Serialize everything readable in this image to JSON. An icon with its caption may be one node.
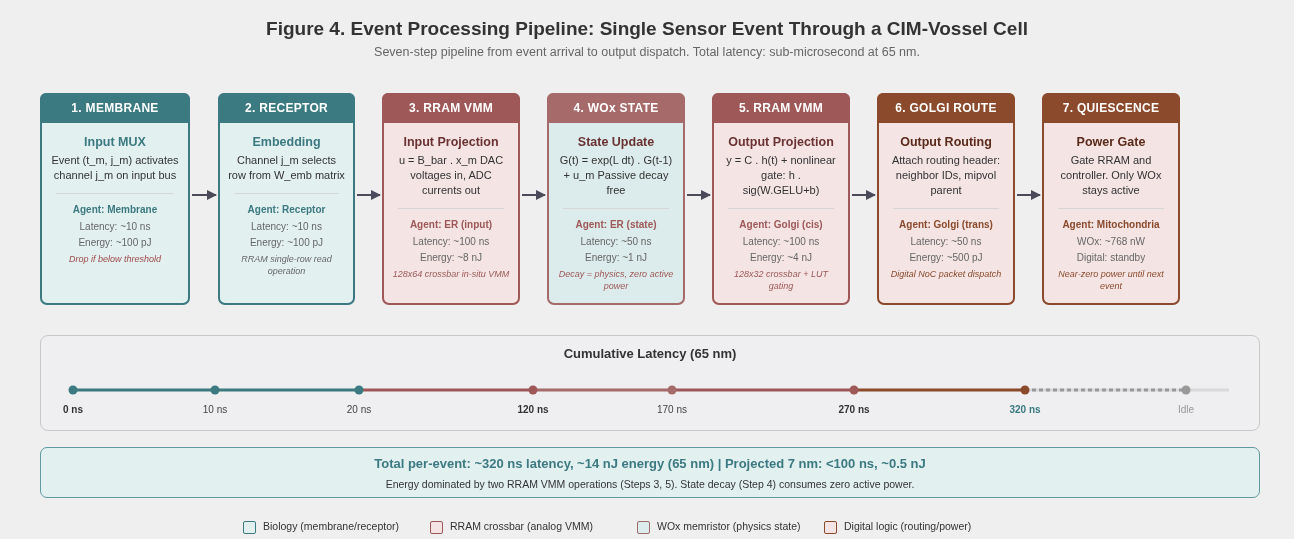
{
  "diagram": {
    "title": "Figure 4. Event Processing Pipeline: Single Sensor Event Through a CIM-Vossel Cell",
    "nodes": [
      {
        "text": [
          "1. MEMBRANE",
          "Input MUX",
          "Event (t_m, j_m) activates channel j_m on input bus",
          "Agent: Membrane",
          "Latency: ~10 ns",
          "Energy: ~100 pJ",
          "Drop if below threshold"
        ]
      },
      {
        "text": [
          "2. RECEPTOR",
          "Embedding",
          "Channel j_m selects row from W_emb matrix",
          "Agent: Receptor",
          "Latency: ~10 ns",
          "Energy: ~100 pJ",
          "RRAM single-row read operation"
        ]
      },
      {
        "text": [
          "3. RRAM VMM",
          "Input Projection",
          "u = B_bar . x_m DAC voltages in, ADC currents out",
          "Agent: ER (input)",
          "Latency: ~100 ns",
          "Energy: ~8 nJ",
          "128x64 crossbar in-situ VMM"
        ]
      },
      {
        "text": [
          "4. WOx STATE",
          "State Update",
          "G(t) = exp(L dt) . G(t-1) + u_m Passive decay free",
          "Agent: ER (state)",
          "Latency: ~50 ns",
          "Energy: ~1 nJ",
          "Decay = physics, zero active power"
        ]
      },
      {
        "text": [
          "5. RRAM VMM",
          "Output Projection",
          "y = C . h(t) + nonlinear gate: h . sig(W.GELU+b)",
          "Agent: Golgi (cis)",
          "Latency: ~100 ns",
          "Energy: ~4 nJ",
          "128x32 crossbar + LUT gating"
        ]
      },
      {
        "text": [
          "6. GOLGI ROUTE",
          "Output Routing",
          "Attach routing header: neighbor IDs, mipvol parent",
          "Agent: Golgi (trans)",
          "Latency: ~50 ns",
          "Energy: ~500 pJ",
          "Digital NoC packet dispatch"
        ]
      },
      {
        "text": [
          "7. QUIESCENCE",
          "Power Gate",
          "Gate RRAM and controller. Only WOx stays active",
          "Agent: Mitochondria",
          "WOx: ~768 nW",
          "Digital: standby",
          "Near-zero power until next event"
        ]
      },
      {
        "text": [
          "Cumulative Latency (65 nm)",
          "0 ns",
          "10 ns",
          "20 ns",
          "120 ns",
          "170 ns",
          "270 ns",
          "320 ns",
          "Idle"
        ]
      },
      {
        "text": [
          "Total per-event: ~320 ns latency, ~14 nJ energy (65 nm) | Projected 7 nm: <100 ns, ~0.5 nJ",
          "Energy dominated by two RRAM VMM operations (Steps 3, 5). State decay (Step 4) consumes zero active power."
        ]
      }
    ],
    "edges": [
      {
        "from": 0,
        "to": 1,
        "arrow": "to"
      },
      {
        "from": 1,
        "to": 2,
        "arrow": "to"
      },
      {
        "from": 2,
        "to": 3,
        "arrow": "to"
      },
      {
        "from": 3,
        "to": 4,
        "arrow": "to"
      },
      {
        "from": 4,
        "to": 5,
        "arrow": "to"
      },
      {
        "from": 5,
        "to": 6,
        "arrow": "to"
      }
    ],
    "labels": [
      "Seven-step pipeline from event arrival to output dispatch. Total latency: sub-microsecond at 65 nm."
    ],
    "legend": [
      {
        "text": "Biology (membrane/receptor)",
        "color": "#3b7a80"
      },
      {
        "text": "RRAM crossbar (analog VMM)",
        "color": "#9e5858"
      },
      {
        "text": "WOx memristor (physics state)",
        "color": "#a06a6a"
      },
      {
        "text": "Digital logic (routing/power)",
        "color": "#8b4a2b"
      }
    ]
  }
}
